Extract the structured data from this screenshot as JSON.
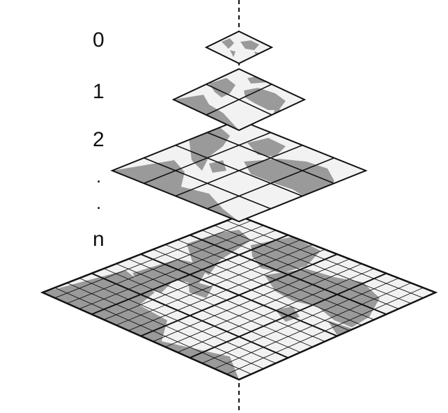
{
  "levels": [
    {
      "label": "0",
      "tiles_per_side": 1
    },
    {
      "label": "1",
      "tiles_per_side": 2
    },
    {
      "label": "2",
      "tiles_per_side": 4
    },
    {
      "label": "n",
      "tiles_per_side": 16
    }
  ],
  "ellipsis": [
    ".",
    "."
  ],
  "colors": {
    "ocean": "#f2f2f2",
    "land": "#9a9a9a",
    "grid": "#111111",
    "axis": "#111111"
  }
}
